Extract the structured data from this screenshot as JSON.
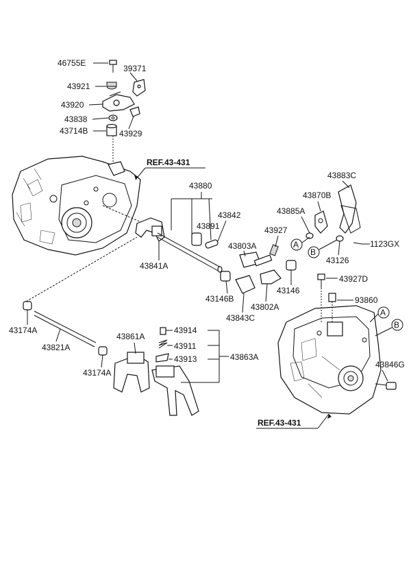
{
  "diagram": {
    "parts": {
      "p46755E": "46755E",
      "p39371": "39371",
      "p43921": "43921",
      "p43920": "43920",
      "p43838": "43838",
      "p43929": "43929",
      "p43714B": "43714B",
      "p43880": "43880",
      "p43842": "43842",
      "p43891": "43891",
      "p43841A": "43841A",
      "p43803A": "43803A",
      "p43927": "43927",
      "p43885A": "43885A",
      "p43870B": "43870B",
      "p43883C": "43883C",
      "p1123GX": "1123GX",
      "p43126": "43126",
      "p43146B": "43146B",
      "p43146": "43146",
      "p43802A": "43802A",
      "p43843C": "43843C",
      "p43927D": "43927D",
      "p93860": "93860",
      "p43846G": "43846G",
      "p43174A_1": "43174A",
      "p43821A": "43821A",
      "p43861A": "43861A",
      "p43914": "43914",
      "p43911": "43911",
      "p43913": "43913",
      "p43863A": "43863A",
      "p43174A_2": "43174A"
    },
    "refs": {
      "top": "REF.43-431",
      "bottom": "REF.43-431"
    },
    "markers": {
      "a": "A",
      "b": "B"
    }
  }
}
